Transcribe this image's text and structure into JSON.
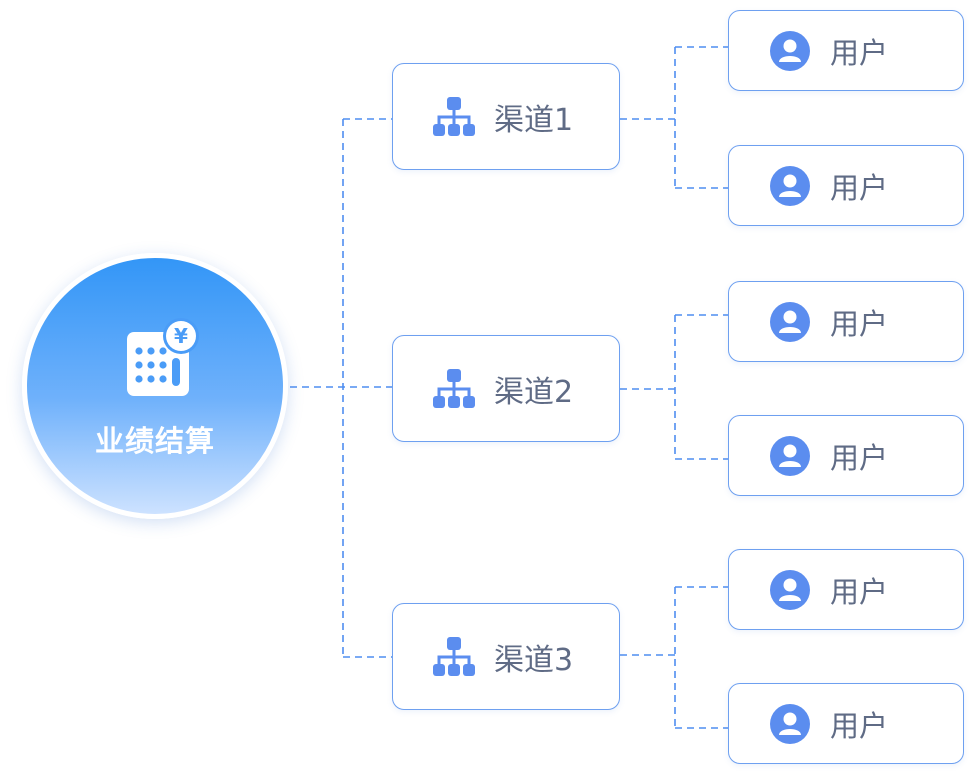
{
  "root": {
    "label": "业绩结算",
    "icon": "calculator-yen-icon",
    "currency_symbol": "¥"
  },
  "channels": [
    {
      "label": "渠道1",
      "icon": "org-chart-icon",
      "users": [
        {
          "label": "用户",
          "icon": "user-icon"
        },
        {
          "label": "用户",
          "icon": "user-icon"
        }
      ]
    },
    {
      "label": "渠道2",
      "icon": "org-chart-icon",
      "users": [
        {
          "label": "用户",
          "icon": "user-icon"
        },
        {
          "label": "用户",
          "icon": "user-icon"
        }
      ]
    },
    {
      "label": "渠道3",
      "icon": "org-chart-icon",
      "users": [
        {
          "label": "用户",
          "icon": "user-icon"
        },
        {
          "label": "用户",
          "icon": "user-icon"
        }
      ]
    }
  ],
  "colors": {
    "accent": "#5b8def",
    "connector": "#4f8ef0",
    "node_border": "#6ea0f0",
    "text": "#5f6b85",
    "root_gradient_top": "#3396f7",
    "root_gradient_bottom": "#cde2ff"
  }
}
